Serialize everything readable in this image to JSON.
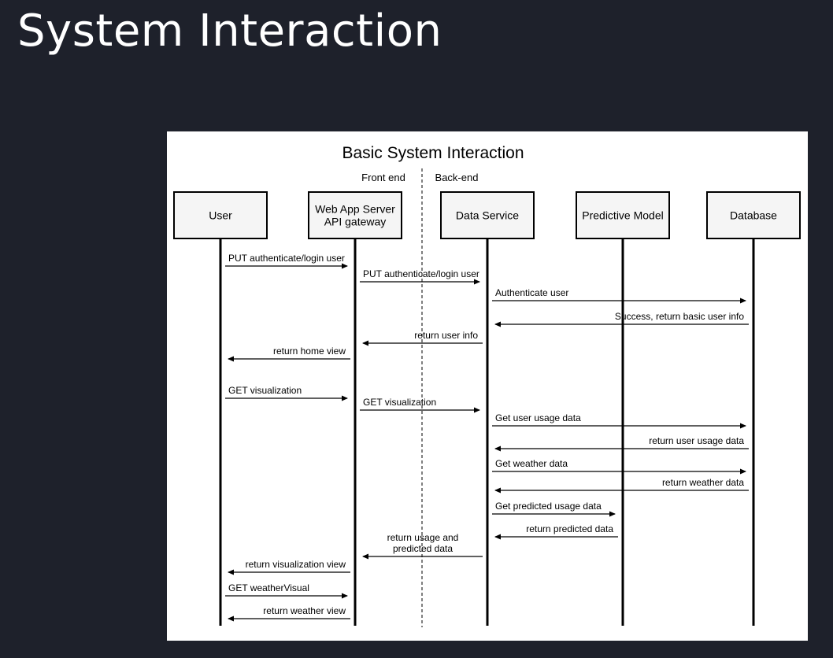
{
  "slide": {
    "title": "System Interaction"
  },
  "diagram": {
    "title": "Basic System Interaction",
    "zones": {
      "front": "Front end",
      "back": "Back-end"
    },
    "participants": [
      {
        "id": "user",
        "lines": [
          "User"
        ]
      },
      {
        "id": "webapp",
        "lines": [
          "Web App Server",
          "API gateway"
        ]
      },
      {
        "id": "dataservice",
        "lines": [
          "Data Service"
        ]
      },
      {
        "id": "model",
        "lines": [
          "Predictive Model"
        ]
      },
      {
        "id": "database",
        "lines": [
          "Database"
        ]
      }
    ],
    "messages": [
      {
        "from": "user",
        "to": "webapp",
        "label": [
          "PUT authenticate/login user"
        ]
      },
      {
        "from": "webapp",
        "to": "dataservice",
        "label": [
          "PUT authenticate/login user"
        ]
      },
      {
        "from": "dataservice",
        "to": "database",
        "label": [
          "Authenticate user"
        ]
      },
      {
        "from": "database",
        "to": "dataservice",
        "label": [
          "Success, return basic user info"
        ]
      },
      {
        "from": "dataservice",
        "to": "webapp",
        "label": [
          "return user info"
        ]
      },
      {
        "from": "webapp",
        "to": "user",
        "label": [
          "return home view"
        ]
      },
      {
        "from": "user",
        "to": "webapp",
        "label": [
          "GET visualization"
        ]
      },
      {
        "from": "webapp",
        "to": "dataservice",
        "label": [
          "GET visualization"
        ]
      },
      {
        "from": "dataservice",
        "to": "database",
        "label": [
          "Get user usage data"
        ]
      },
      {
        "from": "database",
        "to": "dataservice",
        "label": [
          "return user usage data"
        ]
      },
      {
        "from": "dataservice",
        "to": "database",
        "label": [
          "Get weather data"
        ]
      },
      {
        "from": "database",
        "to": "dataservice",
        "label": [
          "return weather data"
        ]
      },
      {
        "from": "dataservice",
        "to": "model",
        "label": [
          "Get predicted usage data"
        ]
      },
      {
        "from": "model",
        "to": "dataservice",
        "label": [
          "return predicted data"
        ]
      },
      {
        "from": "dataservice",
        "to": "webapp",
        "label": [
          "return usage and",
          "predicted data"
        ]
      },
      {
        "from": "webapp",
        "to": "user",
        "label": [
          "return visualization view"
        ]
      },
      {
        "from": "user",
        "to": "webapp",
        "label": [
          "GET weatherVisual"
        ]
      },
      {
        "from": "webapp",
        "to": "user",
        "label": [
          "return weather view"
        ]
      }
    ]
  },
  "colors": {
    "background": "#1e212b",
    "title": "#ffffff",
    "participant_fill": "#f5f5f5",
    "line": "#000000"
  }
}
